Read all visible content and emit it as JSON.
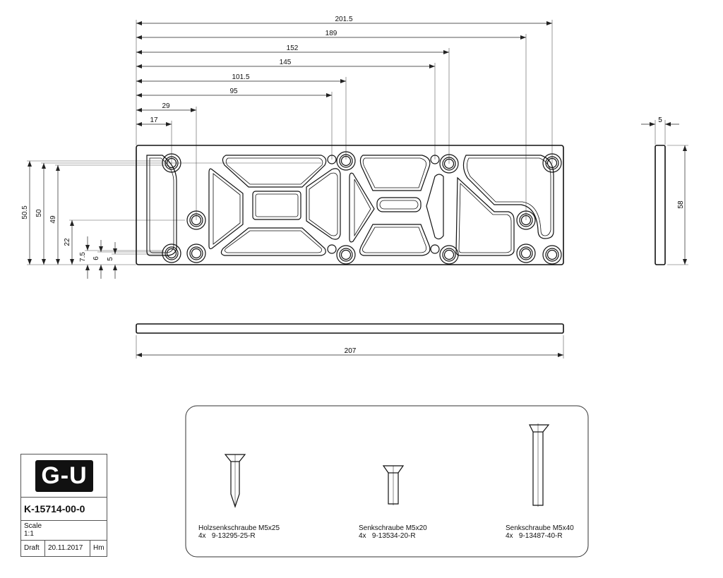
{
  "dimensions": {
    "top": [
      "201.5",
      "189",
      "152",
      "145",
      "101.5",
      "95",
      "29",
      "17"
    ],
    "left": [
      "50.5",
      "50",
      "49",
      "22",
      "7.5",
      "6",
      "5"
    ],
    "side_thickness": "5",
    "side_height": "58",
    "total_length": "207"
  },
  "title_block": {
    "logo": "G-U",
    "part_number": "K-15714-00-0",
    "scale_label": "Scale",
    "scale_value": "1:1",
    "status": "Draft",
    "date": "20.11.2017",
    "author": "Hm"
  },
  "parts": [
    {
      "name": "Holzsenkschraube M5x25",
      "qty": "4x",
      "code": "9-13295-25-R"
    },
    {
      "name": "Senkschraube M5x20",
      "qty": "4x",
      "code": "9-13534-20-R"
    },
    {
      "name": "Senkschraube M5x40",
      "qty": "4x",
      "code": "9-13487-40-R"
    }
  ]
}
